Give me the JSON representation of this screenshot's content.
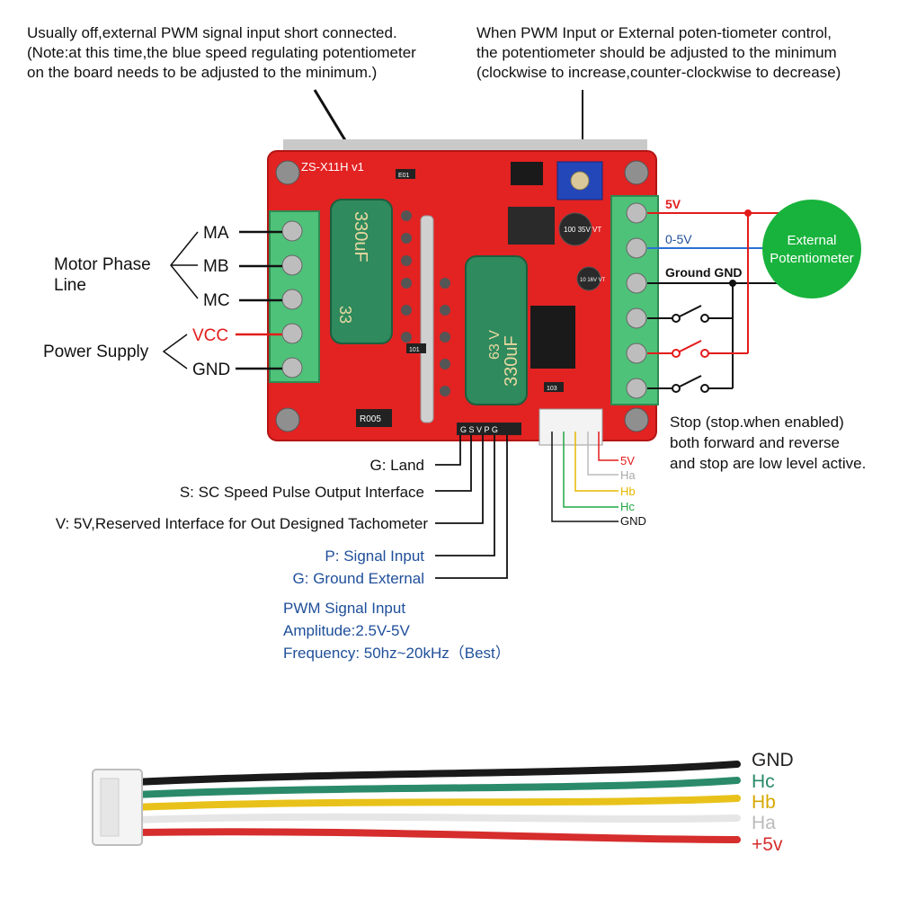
{
  "notes": {
    "top_left": [
      "Usually off,external PWM signal input short connected.",
      "(Note:at this time,the blue speed regulating potentiometer",
      "on the board needs to be adjusted to the minimum.)"
    ],
    "top_right": [
      "When PWM Input or External poten-tiometer control,",
      "the potentiometer should be adjusted to the minimum",
      "(clockwise to increase,counter-clockwise to decrease)"
    ],
    "stop_note": [
      "Stop (stop.when enabled)",
      "both forward and reverse",
      "and stop are low level active."
    ]
  },
  "board": {
    "label": "ZS-X11H v1",
    "cap_large_label": "330uF",
    "cap_large_voltage": "63 V",
    "cap_large_left_label": "330uF",
    "cap_large_left_short": "33",
    "cap_small1_label": "100 35V VT",
    "cap_small2_label": "10 16V VT",
    "resistor_r005": "R005",
    "resistor_101": "101",
    "resistor_103": "103",
    "resistor_e01": "E01",
    "header_pins": "G S V P G"
  },
  "motor": {
    "group_label": "Motor Phase Line",
    "phases": [
      "MA",
      "MB",
      "MC"
    ]
  },
  "power": {
    "group_label": "Power Supply",
    "vcc": "VCC",
    "gnd": "GND"
  },
  "potentiometer": {
    "label": "External Potentiometer",
    "wire_5v": "5V",
    "wire_0_5v": "0-5V",
    "wire_gnd": "Ground GND"
  },
  "hall": {
    "pins": [
      "5V",
      "Ha",
      "Hb",
      "Hc",
      "GND"
    ]
  },
  "signals": {
    "g_land": "G: Land",
    "s_pulse": "S: SC Speed Pulse Output Interface",
    "v_reserved": "V: 5V,Reserved Interface for Out Designed Tachometer",
    "p_input": "P: Signal Input",
    "g_external": "G: Ground External"
  },
  "pwm": {
    "title": "PWM Signal Input",
    "amplitude": "Amplitude:2.5V-5V",
    "frequency": "Frequency: 50hz~20kHz（Best）"
  },
  "cable": {
    "labels": [
      "GND",
      "Hc",
      "Hb",
      "Ha",
      "+5v"
    ]
  },
  "colors": {
    "board_red": "#e32222",
    "terminal_green": "#4fc27a",
    "cap_green": "#2f8a5e",
    "pot_green": "#18b33c",
    "wire_red": "#e31b1b",
    "wire_blue": "#2b6fd6",
    "hall_hb": "#e6b800",
    "hall_hc": "#22a844",
    "hall_ha": "#bbbbbb",
    "text_blue": "#1f4f9a"
  }
}
